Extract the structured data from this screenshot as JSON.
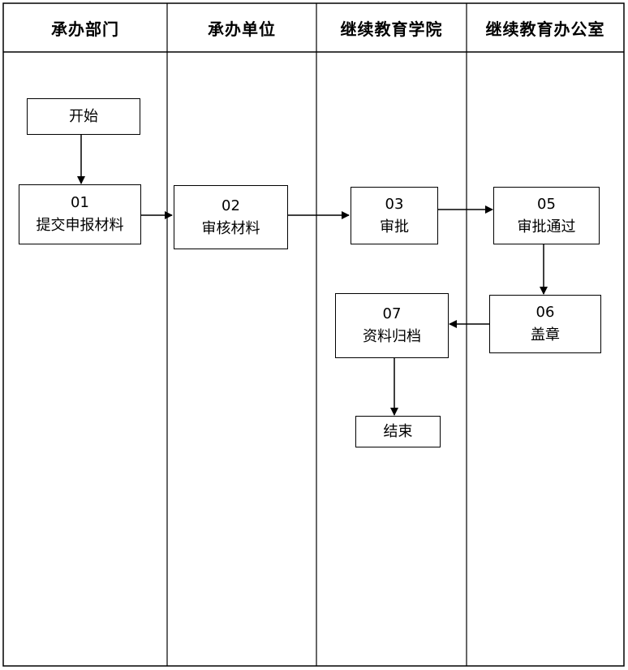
{
  "lanes": [
    {
      "header": "承办部门"
    },
    {
      "header": "承办单位"
    },
    {
      "header": "继续教育学院"
    },
    {
      "header": "继续教育办公室"
    }
  ],
  "nodes": {
    "start": {
      "label": "开始"
    },
    "n01": {
      "num": "01",
      "label": "提交申报材料"
    },
    "n02": {
      "num": "02",
      "label": "审核材料"
    },
    "n03": {
      "num": "03",
      "label": "审批"
    },
    "n05": {
      "num": "05",
      "label": "审批通过"
    },
    "n06": {
      "num": "06",
      "label": "盖章"
    },
    "n07": {
      "num": "07",
      "label": "资料归档"
    },
    "end": {
      "label": "结束"
    }
  }
}
